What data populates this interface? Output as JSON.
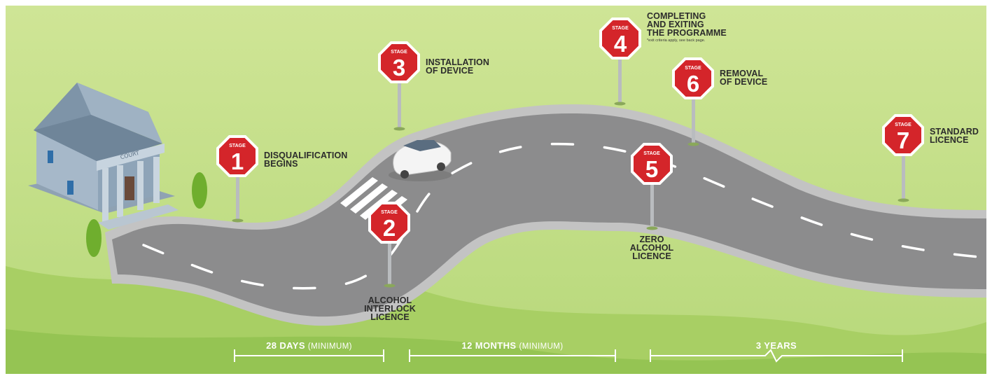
{
  "colors": {
    "grass_light": "#c9e08f",
    "grass_mid": "#a6cd62",
    "grass_dark": "#8fbe4c",
    "road": "#8d8d8e",
    "road_edge": "#bdbdbd",
    "sign_red": "#d4252a",
    "sign_border": "#ffffff",
    "text": "#2c2c2c"
  },
  "stages": [
    {
      "id": 1,
      "tag": "STAGE",
      "number": "1",
      "lines": [
        "DISQUALIFICATION",
        "BEGINS"
      ],
      "note": ""
    },
    {
      "id": 2,
      "tag": "STAGE",
      "number": "2",
      "lines": [
        "ALCOHOL",
        "INTERLOCK",
        "LICENCE"
      ],
      "note": ""
    },
    {
      "id": 3,
      "tag": "STAGE",
      "number": "3",
      "lines": [
        "INSTALLATION",
        "OF DEVICE"
      ],
      "note": ""
    },
    {
      "id": 4,
      "tag": "STAGE",
      "number": "4",
      "lines": [
        "COMPLETING",
        "AND EXITING",
        "THE PROGRAMME"
      ],
      "note": "*exit criteria apply, see back page."
    },
    {
      "id": 5,
      "tag": "STAGE",
      "number": "5",
      "lines": [
        "ZERO",
        "ALCOHOL",
        "LICENCE"
      ],
      "note": ""
    },
    {
      "id": 6,
      "tag": "STAGE",
      "number": "6",
      "lines": [
        "REMOVAL",
        "OF DEVICE"
      ],
      "note": ""
    },
    {
      "id": 7,
      "tag": "STAGE",
      "number": "7",
      "lines": [
        "STANDARD",
        "LICENCE"
      ],
      "note": ""
    }
  ],
  "building": {
    "sign_text": "COURT"
  },
  "durations": [
    {
      "main": "28 DAYS",
      "sub": "(MINIMUM)"
    },
    {
      "main": "12 MONTHS",
      "sub": "(MINIMUM)"
    },
    {
      "main": "3 YEARS",
      "sub": ""
    }
  ]
}
